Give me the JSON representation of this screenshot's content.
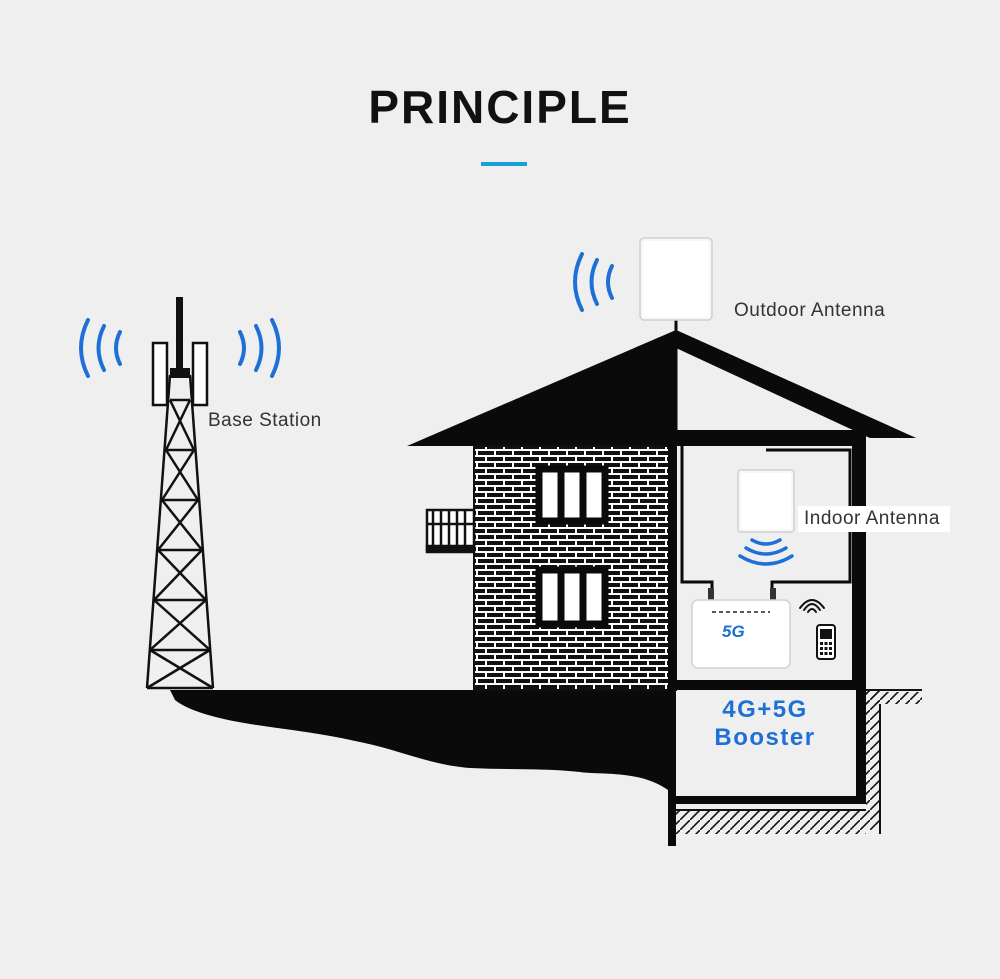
{
  "header": {
    "title": "PRINCIPLE"
  },
  "labels": {
    "base_station": "Base Station",
    "outdoor_antenna": "Outdoor Antenna",
    "indoor_antenna": "Indoor Antenna"
  },
  "booster": {
    "line1": "4G+5G",
    "line2": "Booster"
  },
  "router": {
    "brand": "5G"
  },
  "colors": {
    "accent": "#1a9fd8",
    "signal_blue": "#1e6fd6",
    "silhouette": "#0a0a0a"
  },
  "icons": [
    "signal-waves-icon",
    "phone-icon",
    "wifi-icon"
  ]
}
